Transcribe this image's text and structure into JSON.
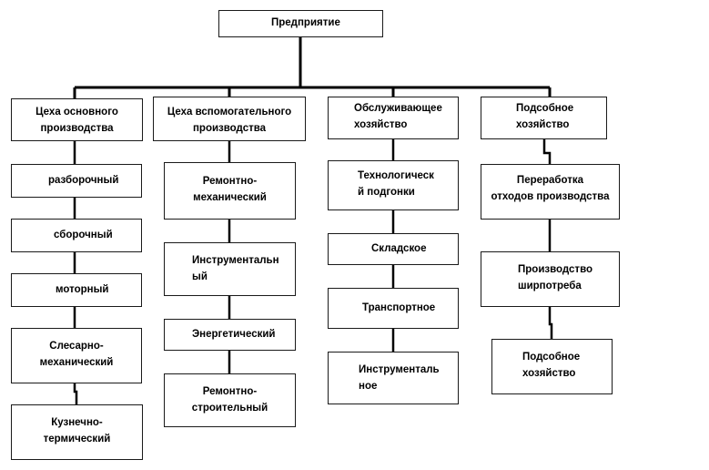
{
  "diagram": {
    "root": "Предприятие",
    "columns": [
      {
        "header": "Цеха основного\nпроизводства",
        "items": [
          "разборочный",
          "сборочный",
          "моторный",
          "Слесарно-\nмеханический",
          "Кузнечно-\nтермический"
        ]
      },
      {
        "header": "Цеха вспомогательного\nпроизводства",
        "items": [
          "Ремонтно-\nмеханический",
          "Инструментальн\nый",
          "Энергетический",
          "Ремонтно-\nстроительный"
        ]
      },
      {
        "header": "Обслуживающее\nхозяйство",
        "items": [
          "Технологическ\nй подгонки",
          "Складское",
          "Транспортное",
          "Инструменталь\nное"
        ]
      },
      {
        "header": "Подсобное\nхозяйство",
        "items": [
          "Переработка\nотходов производства",
          "Производство\nширпотреба",
          "Подсобное\nхозяйство"
        ]
      }
    ]
  },
  "colors": {
    "line": "#000000",
    "border": "#1a1a1a",
    "text": "#000000"
  }
}
